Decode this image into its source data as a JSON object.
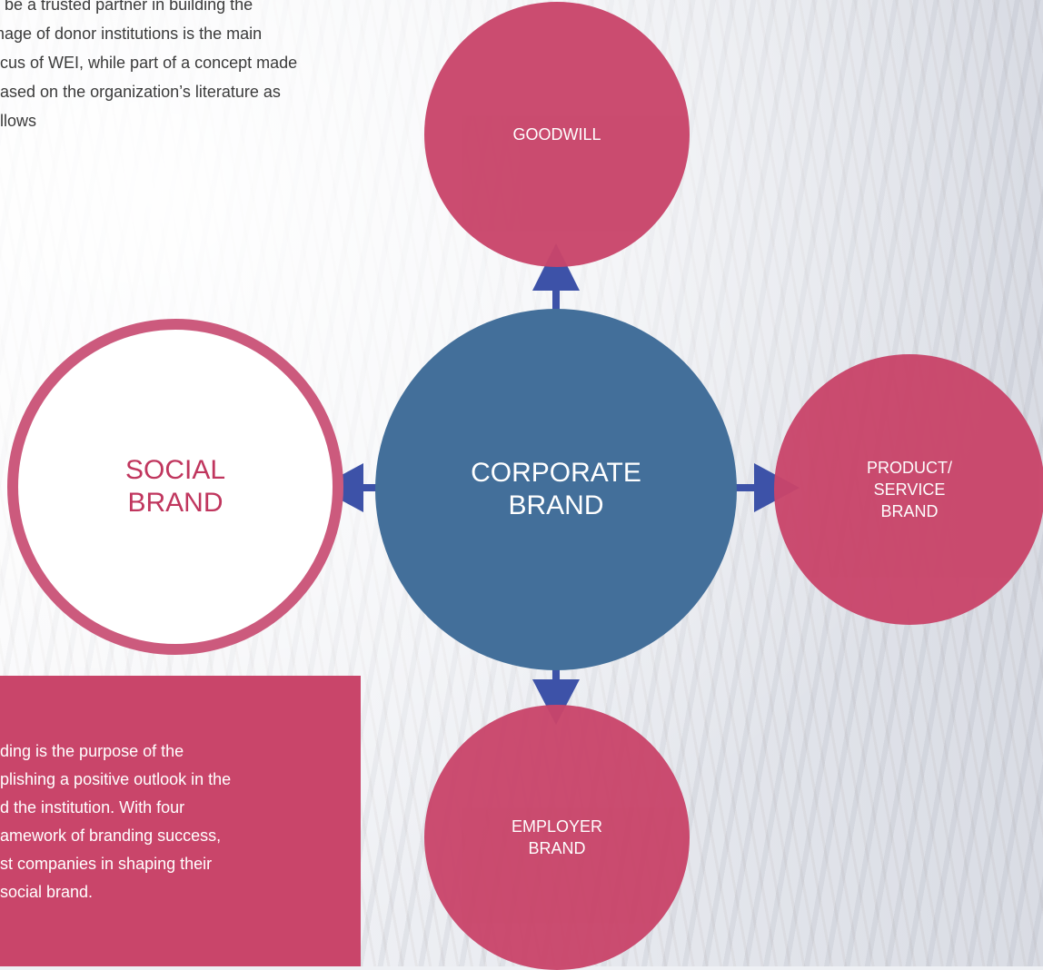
{
  "intro": {
    "lines": [
      "o be a trusted partner in building the",
      "mage of donor institutions is the main",
      "ocus of WEI, while part of a concept made",
      "based on the organization’s literature as",
      "ollows"
    ]
  },
  "diagram": {
    "center": {
      "label": "CORPORATE\nBRAND"
    },
    "top": {
      "label": "GOODWILL"
    },
    "right": {
      "label": "PRODUCT/\nSERVICE\nBRAND"
    },
    "bottom": {
      "label": "EMPLOYER\nBRAND"
    },
    "left": {
      "label": "SOCIAL\nBRAND"
    }
  },
  "box": {
    "lines": [
      "ding is the purpose of the",
      "plishing a positive outlook in the",
      "d the institution. With four",
      "amework of branding success,",
      "st companies in shaping their",
      " social brand."
    ]
  },
  "colors": {
    "pink": "#c9456a",
    "blue": "#436f9a",
    "arrow": "#3d52a8",
    "ring": "#cc5a7d"
  }
}
